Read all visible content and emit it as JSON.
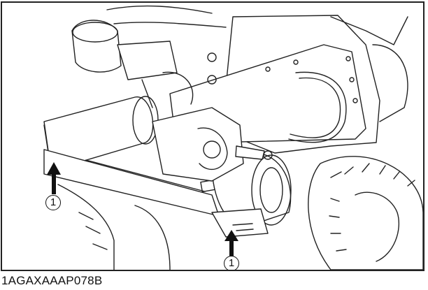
{
  "figure": {
    "caption": "1AGAXAAAP078B",
    "callouts": [
      {
        "label": "1"
      },
      {
        "label": "1"
      }
    ],
    "colors": {
      "line": "#222222",
      "background": "#ffffff"
    }
  }
}
